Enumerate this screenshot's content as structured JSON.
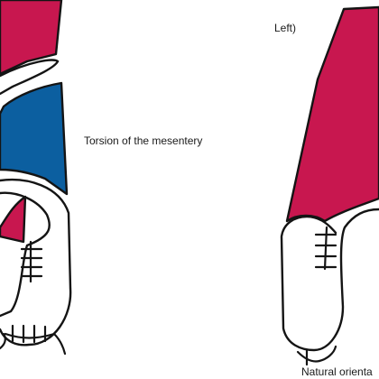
{
  "labels": {
    "torsion": "Torsion of the mesentery",
    "left_partial": "Left)",
    "natural_partial": "Natural orienta"
  },
  "colors": {
    "crimson": "#c8174f",
    "blue": "#0c5fa0",
    "outline": "#141414",
    "background": "#ffffff"
  }
}
